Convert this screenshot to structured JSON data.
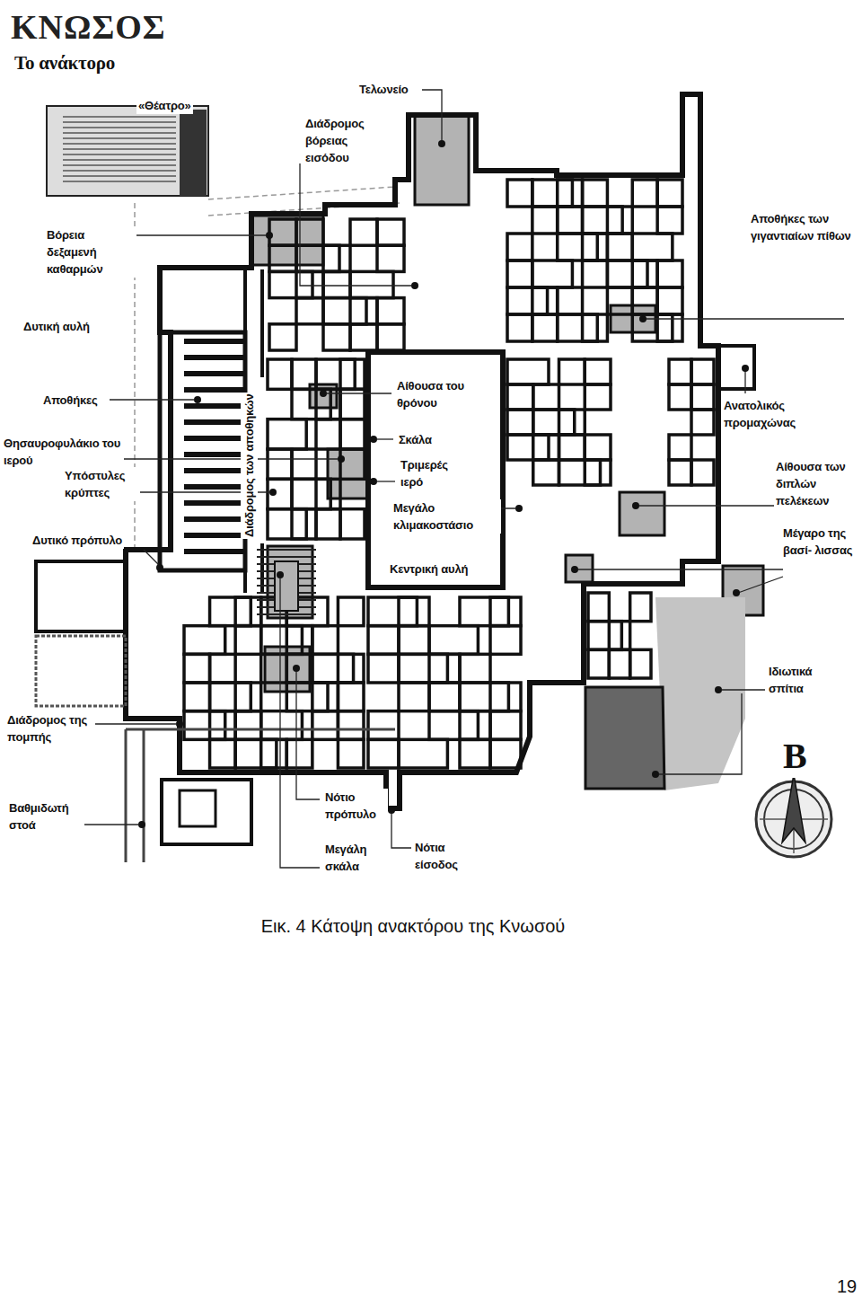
{
  "diagram": {
    "title": "ΚΝΩΣΟΣ",
    "caption": "Εικ. 4 Κάτοψη ανακτόρου της Κνωσού",
    "labels": [
      "Το ανάκτορο",
      "«Θέατρο»",
      "Τελωνείο",
      "Διάδρομος βόρειας εισόδου",
      "Βόρεια δεξαμενή καθαρμών",
      "Αποθήκες των γιγαντιαίων πίθων",
      "Δυτική αυλή",
      "Αποθήκες",
      "Αίθουσα του θρόνου",
      "Ανατολικός προμαχώνας",
      "Σκάλα",
      "Θησαυροφυλάκιο του ιερού",
      "Τριμερές ιερό",
      "Υπόστυλες κρύπτες",
      "Διάδρομος των αποθηκών",
      "Αίθουσα των διπλών πελέκεων",
      "Μεγάλο κλιμακοστάσιο",
      "Δυτικό πρόπυλο",
      "Μέγαρο της βασί- λισσας",
      "Κεντρική αυλή",
      "Ιδιωτικά σπίτια",
      "Διάδρομος της πομπής",
      "Βαθμιδωτή στοά",
      "Νότιο πρόπυλο",
      "Μεγάλη σκάλα",
      "Νότια είσοδος",
      "Β",
      "19"
    ]
  }
}
